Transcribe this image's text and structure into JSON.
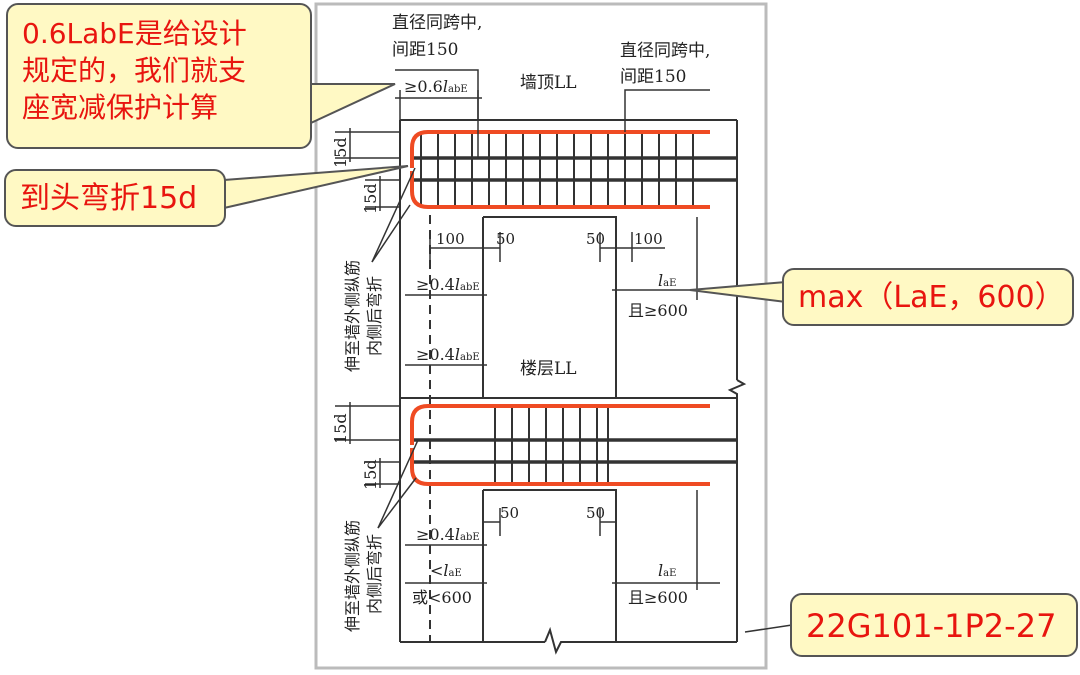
{
  "callouts": {
    "protection_note": {
      "line1": "0.6LabE是给设计",
      "line2": "规定的，我们就支",
      "line3": "座宽减保护计算"
    },
    "end_bend": "到头弯折15d",
    "max_rule": "max（LaE，600）",
    "reference": "22G101-1P2-27"
  },
  "drawing": {
    "top_left_note": {
      "line1": "直径同跨中,",
      "line2": "间距150"
    },
    "top_right_note": {
      "line1": "直径同跨中,",
      "line2": "间距150"
    },
    "dim_06": "≥0.6",
    "dim_06_sym": "l",
    "dim_06_sub": "abE",
    "beam_top_label": "墙顶LL",
    "beam_floor_label": "楼层LL",
    "d15": "15d",
    "dim_100": "100",
    "dim_50": "50",
    "dim_04": "≥0.4",
    "dim_04_sym": "l",
    "dim_04_sub": "abE",
    "lae_sym": "l",
    "lae_sub": "aE",
    "lae_min": "且≥600",
    "lower_lt": "<",
    "lower_or": "或<600",
    "side_note_col1": "伸至墙外侧纵筋",
    "side_note_col2": "内侧后弯折"
  }
}
